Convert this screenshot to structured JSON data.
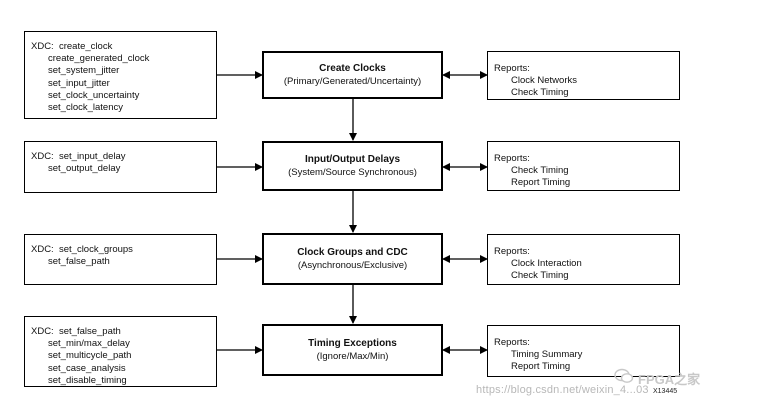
{
  "flow": [
    {
      "xdc_prefix": "XDC:",
      "xdc": [
        "create_clock",
        "create_generated_clock",
        "set_system_jitter",
        "set_input_jitter",
        "set_clock_uncertainty",
        "set_clock_latency"
      ],
      "title": "Create Clocks",
      "subtitle": "(Primary/Generated/Uncertainty)",
      "reports_label": "Reports:",
      "reports": [
        "Clock Networks",
        "Check Timing"
      ]
    },
    {
      "xdc_prefix": "XDC:",
      "xdc": [
        "set_input_delay",
        "set_output_delay"
      ],
      "title": "Input/Output Delays",
      "subtitle": "(System/Source Synchronous)",
      "reports_label": "Reports:",
      "reports": [
        "Check Timing",
        "Report Timing"
      ]
    },
    {
      "xdc_prefix": "XDC:",
      "xdc": [
        "set_clock_groups",
        "set_false_path"
      ],
      "title": "Clock Groups and CDC",
      "subtitle": "(Asynchronous/Exclusive)",
      "reports_label": "Reports:",
      "reports": [
        "Clock Interaction",
        "Check Timing"
      ]
    },
    {
      "xdc_prefix": "XDC:",
      "xdc": [
        "set_false_path",
        "set_min/max_delay",
        "set_multicycle_path",
        "set_case_analysis",
        "set_disable_timing"
      ],
      "title": "Timing Exceptions",
      "subtitle": "(Ignore/Max/Min)",
      "reports_label": "Reports:",
      "reports": [
        "Timing Summary",
        "Report Timing"
      ]
    }
  ],
  "figure_id": "X13445",
  "watermark": {
    "url": "https://blog.csdn.net/weixin_4...03",
    "brand": "FPGA之家"
  }
}
